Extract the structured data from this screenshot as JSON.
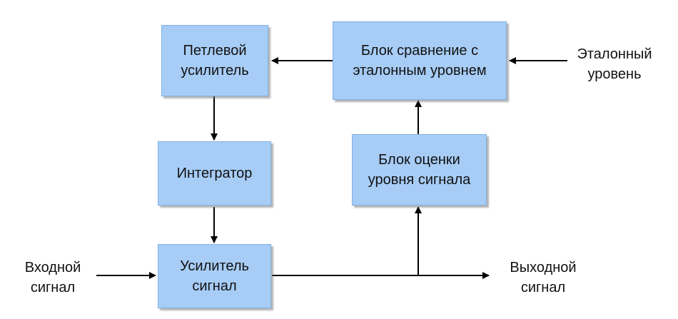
{
  "blocks": {
    "loop_amp": "Петлевой\nусилитель",
    "compare": "Блок сравнение с\nэталонным уровнем",
    "integrator": "Интегратор",
    "level_est": "Блок оценки\nуровня сигнала",
    "signal_amp": "Усилитель\nсигнал"
  },
  "labels": {
    "reference": "Эталонный\nуровень",
    "input": "Входной\nсигнал",
    "output": "Выходной\nсигнал"
  },
  "colors": {
    "block_fill": "#a7cdf6",
    "arrow": "#000000"
  }
}
